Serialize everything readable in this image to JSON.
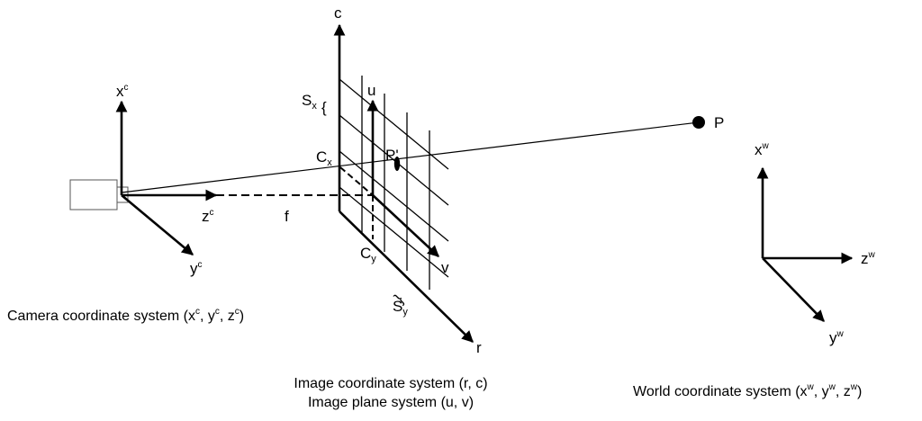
{
  "colors": {
    "ink": "#000000",
    "background": "#ffffff",
    "camera_stroke": "#555555"
  },
  "camera": {
    "axis_x": "x",
    "axis_x_sup": "c",
    "axis_y": "y",
    "axis_y_sup": "c",
    "axis_z": "z",
    "axis_z_sup": "c",
    "focal_label": "f",
    "caption_main": "Camera coordinate system (x",
    "caption_sup_x": "c",
    "caption_sep1": ", y",
    "caption_sup_y": "c",
    "caption_sep2": ", z",
    "caption_sup_z": "c",
    "caption_end": ")"
  },
  "image": {
    "axis_c": "c",
    "axis_r": "r",
    "axis_u": "u",
    "axis_v": "v",
    "sx": "S",
    "sx_sub": "x",
    "sy": "S",
    "sy_sub": "y",
    "cx": "C",
    "cx_sub": "x",
    "cy": "C",
    "cy_sub": "y",
    "projected_point": "P'",
    "caption_line1": "Image coordinate system (r, c)",
    "caption_line2": "Image plane system (u, v)"
  },
  "world": {
    "point": "P",
    "axis_x": "x",
    "axis_x_sup": "w",
    "axis_y": "y",
    "axis_y_sup": "w",
    "axis_z": "z",
    "axis_z_sup": "w",
    "caption_main": "World coordinate system (x",
    "caption_sup_x": "w",
    "caption_sep1": ", y",
    "caption_sup_y": "w",
    "caption_sep2": ", z",
    "caption_sup_z": "w",
    "caption_end": ")"
  }
}
